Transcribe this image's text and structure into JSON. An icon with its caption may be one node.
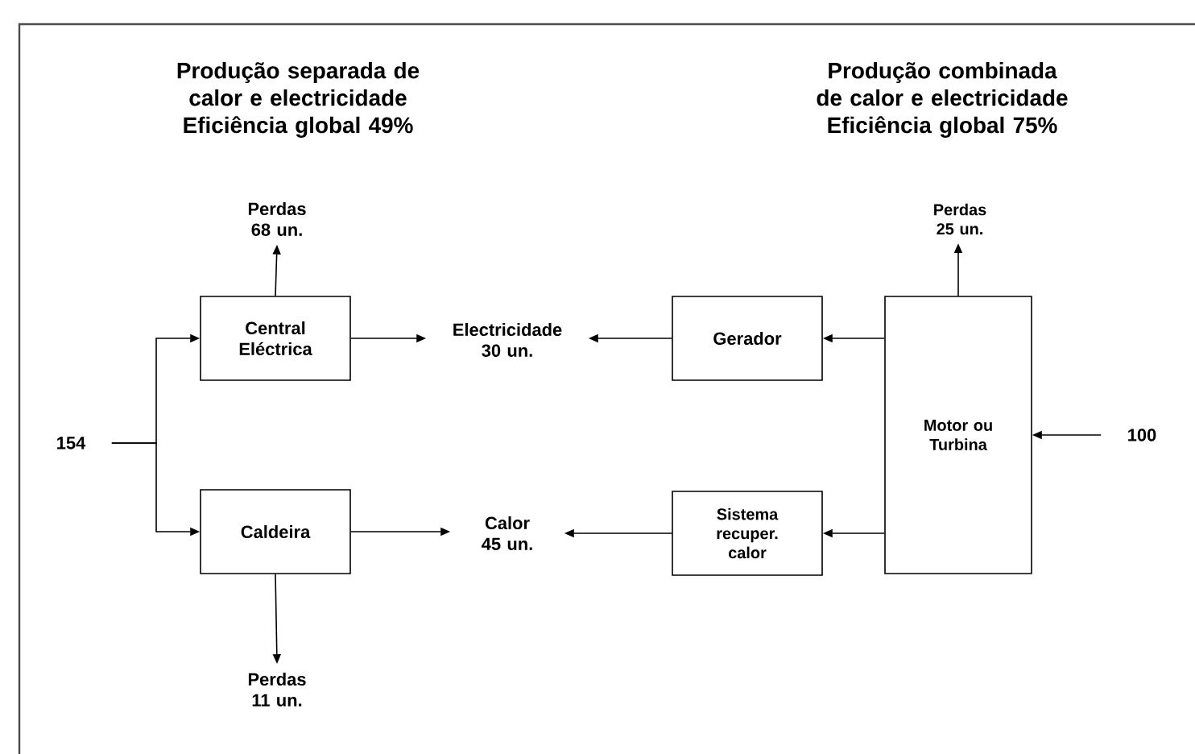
{
  "diagram": {
    "nodes": [
      {
        "text": [
          "154"
        ]
      },
      {
        "text": [
          "Central Eléctrica"
        ]
      },
      {
        "text": [
          "Caldeira"
        ]
      },
      {
        "text": [
          "Perdas 68 un."
        ]
      },
      {
        "text": [
          "Electricidade 30 un."
        ]
      },
      {
        "text": [
          "Calor 45 un."
        ]
      },
      {
        "text": [
          "Perdas 11 un."
        ]
      },
      {
        "text": [
          "Gerador"
        ]
      },
      {
        "text": [
          "Sistema recuper. calor"
        ]
      },
      {
        "text": [
          "Motor ou Turbina"
        ]
      },
      {
        "text": [
          "Perdas 25 un."
        ]
      },
      {
        "text": [
          "100"
        ]
      }
    ],
    "edges": [
      {
        "from": 0,
        "to": 1,
        "arrow": "to"
      },
      {
        "from": 0,
        "to": 2,
        "arrow": "to"
      },
      {
        "from": 1,
        "to": 3,
        "arrow": "to"
      },
      {
        "from": 1,
        "to": 4,
        "arrow": "to"
      },
      {
        "from": 2,
        "to": 5,
        "arrow": "to"
      },
      {
        "from": 2,
        "to": 6,
        "arrow": "to"
      },
      {
        "from": 9,
        "to": 7,
        "arrow": "to"
      },
      {
        "from": 7,
        "to": 4,
        "arrow": "to"
      },
      {
        "from": 9,
        "to": 8,
        "arrow": "to"
      },
      {
        "from": 8,
        "to": 5,
        "arrow": "to"
      },
      {
        "from": 9,
        "to": 10,
        "arrow": "to"
      },
      {
        "from": 11,
        "to": 9,
        "arrow": "to"
      }
    ],
    "labels": [
      "Produção separada de calor e electricidade Eficiência global 49%",
      "Produção combinada de calor e electricidade Eficiência global 75%"
    ]
  }
}
